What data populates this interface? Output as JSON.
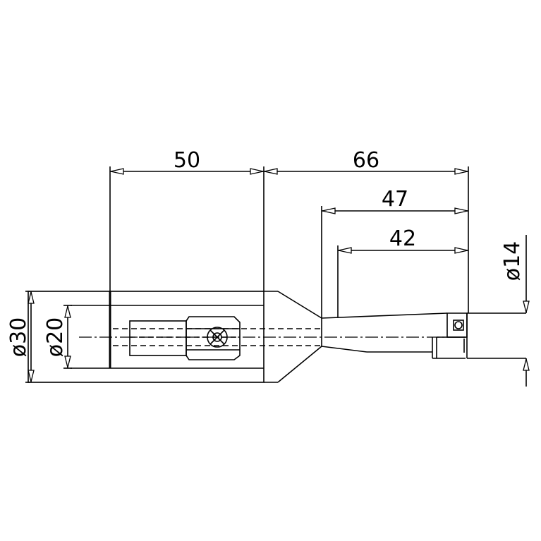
{
  "dimensions": {
    "length_50": "50",
    "length_66": "66",
    "length_47": "47",
    "length_42": "42",
    "dia_30": "ø30",
    "dia_20": "ø20",
    "dia_14": "ø14"
  }
}
